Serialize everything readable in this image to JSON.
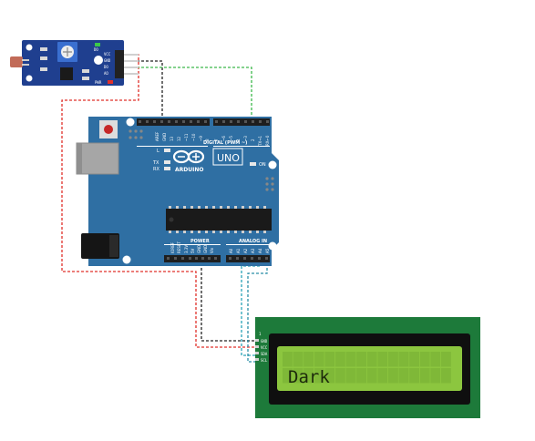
{
  "sensor": {
    "pins": [
      "VCC",
      "GND",
      "DO",
      "AO"
    ],
    "indicators": [
      "DO",
      "PWR"
    ]
  },
  "arduino": {
    "logo": "ARDUINO",
    "model": "UNO",
    "on_label": "ON",
    "digital_header": "DIGITAL (PWM ~)",
    "aref_labels": [
      "AREF",
      "GND"
    ],
    "digital_pins": [
      "13",
      "12",
      "~11",
      "~10",
      "~9",
      "8",
      "7",
      "~6",
      "~5",
      "4",
      "~3",
      "2",
      "TX→1",
      "RX←0"
    ],
    "led_labels": [
      "L",
      "TX",
      "RX"
    ],
    "power_header": "POWER",
    "power_pins": [
      "IOREF",
      "RESET",
      "3.3V",
      "5V",
      "GND",
      "GND",
      "Vin"
    ],
    "analog_header": "ANALOG IN",
    "analog_pins": [
      "A0",
      "A1",
      "A2",
      "A3",
      "A4",
      "A5"
    ]
  },
  "lcd": {
    "pins": [
      "GND",
      "VCC",
      "SDA",
      "SCL"
    ],
    "pin_number": "1",
    "text": "Dark"
  },
  "colors": {
    "board": "#2f6fa3",
    "sensor_pcb": "#1f3f8f",
    "lcd_pcb": "#1d7a3a",
    "lcd_screen": "#8cc63f",
    "wire_vcc": "#e0302a",
    "wire_gnd": "#222222",
    "wire_data": "#3cb84a",
    "wire_sda": "#2aa3b8"
  },
  "icons": [
    "photoresistor-icon",
    "potentiometer-icon",
    "reset-button-icon",
    "usb-port-icon",
    "dc-jack-icon",
    "microcontroller-chip-icon"
  ]
}
